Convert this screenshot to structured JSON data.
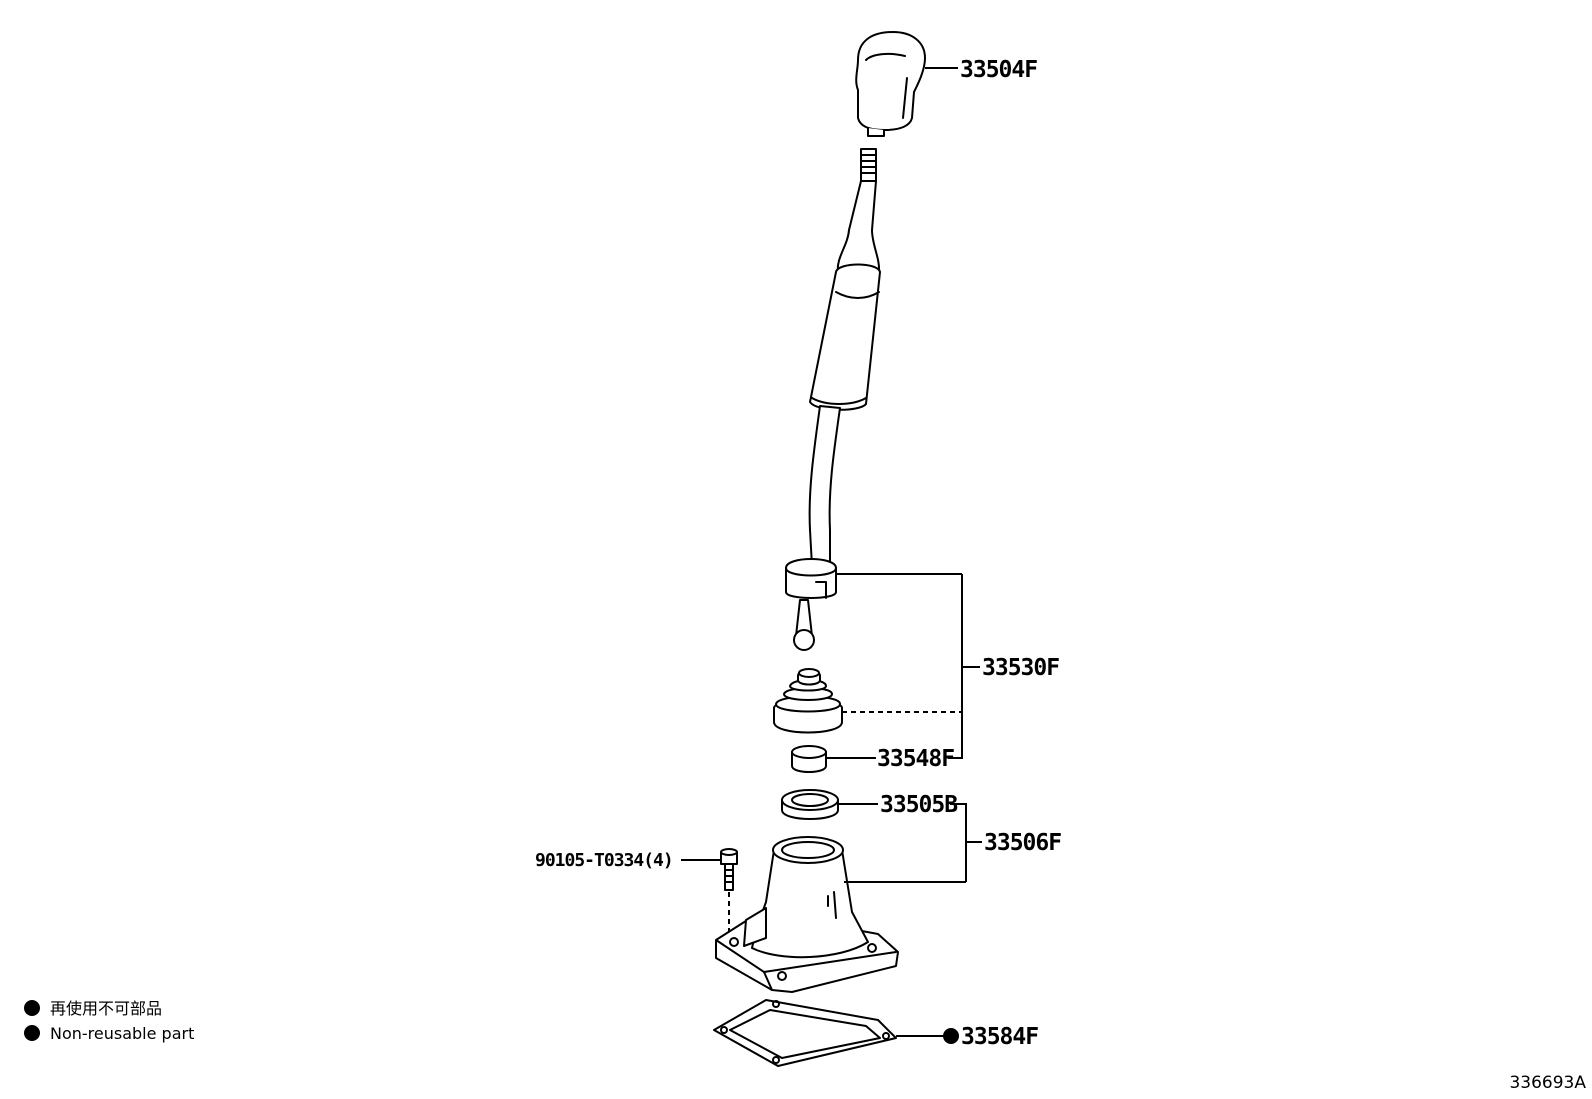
{
  "parts": {
    "knob": "33504F",
    "lever_sub_assy": "33530F",
    "bushing": "33548F",
    "seat": "33505B",
    "retainer": "33506F",
    "bolt": "90105-T0334(4)",
    "gasket": "33584F"
  },
  "legend": {
    "japanese": "再使用不可部品",
    "english": "Non-reusable part"
  },
  "illustration_id": "336693A",
  "colors": {
    "line": "#000000",
    "background": "#ffffff"
  }
}
